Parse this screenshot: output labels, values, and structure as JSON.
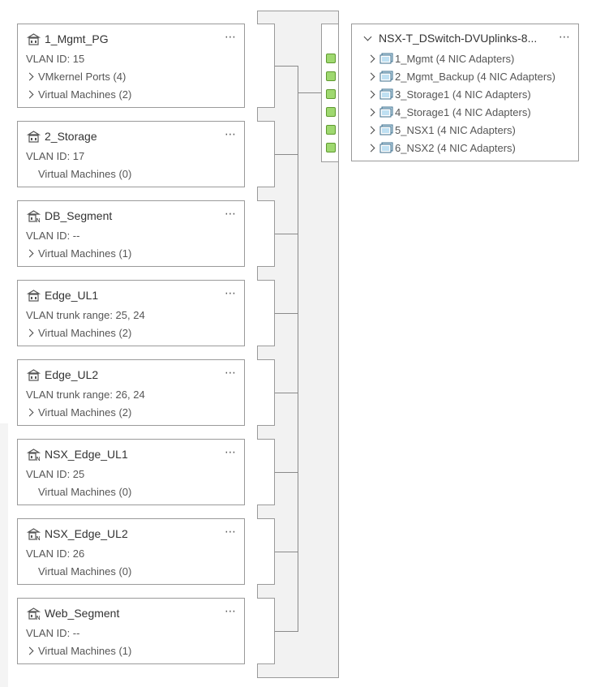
{
  "port_groups": [
    {
      "name": "1_Mgmt_PG",
      "vlan": "VLAN ID: 15",
      "items": [
        {
          "label": "VMkernel Ports (4)",
          "expandable": true
        },
        {
          "label": "Virtual Machines (2)",
          "expandable": true
        }
      ],
      "icon": "port-group-icon"
    },
    {
      "name": "2_Storage",
      "vlan": "VLAN ID: 17",
      "items": [
        {
          "label": "Virtual Machines (0)",
          "expandable": false
        }
      ],
      "icon": "port-group-icon"
    },
    {
      "name": "DB_Segment",
      "vlan": "VLAN ID: --",
      "items": [
        {
          "label": "Virtual Machines (1)",
          "expandable": true
        }
      ],
      "icon": "nsx-segment-icon"
    },
    {
      "name": "Edge_UL1",
      "vlan": "VLAN trunk range: 25, 24",
      "items": [
        {
          "label": "Virtual Machines (2)",
          "expandable": true
        }
      ],
      "icon": "port-group-icon"
    },
    {
      "name": "Edge_UL2",
      "vlan": "VLAN trunk range: 26, 24",
      "items": [
        {
          "label": "Virtual Machines (2)",
          "expandable": true
        }
      ],
      "icon": "port-group-icon"
    },
    {
      "name": "NSX_Edge_UL1",
      "vlan": "VLAN ID: 25",
      "items": [
        {
          "label": "Virtual Machines (0)",
          "expandable": false
        }
      ],
      "icon": "nsx-segment-icon"
    },
    {
      "name": "NSX_Edge_UL2",
      "vlan": "VLAN ID: 26",
      "items": [
        {
          "label": "Virtual Machines (0)",
          "expandable": false
        }
      ],
      "icon": "nsx-segment-icon"
    },
    {
      "name": "Web_Segment",
      "vlan": "VLAN ID: --",
      "items": [
        {
          "label": "Virtual Machines (1)",
          "expandable": true
        }
      ],
      "icon": "nsx-segment-icon"
    }
  ],
  "actions_label": "⋯",
  "uplinks": {
    "title": "NSX-T_DSwitch-DVUplinks-8...",
    "items": [
      "1_Mgmt (4 NIC Adapters)",
      "2_Mgmt_Backup (4 NIC Adapters)",
      "3_Storage1 (4 NIC Adapters)",
      "4_Storage1 (4 NIC Adapters)",
      "5_NSX1 (4 NIC Adapters)",
      "6_NSX2 (4 NIC Adapters)"
    ]
  },
  "colors": {
    "uplink_port": "#9fd870",
    "border": "#9a9a9a",
    "switch_bg": "#f2f2f2"
  }
}
